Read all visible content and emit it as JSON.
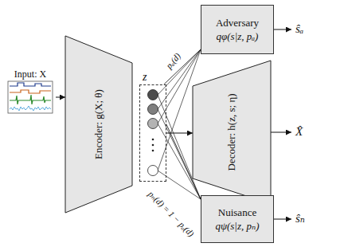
{
  "diagram": {
    "nodes": [
      {
        "text": [
          "Input: X"
        ]
      },
      {
        "text": [
          "Encoder: g(X; θ)"
        ]
      },
      {
        "text": [
          "z"
        ]
      },
      {
        "text": [
          "Adversary",
          "qφ(s|z, pₐ)"
        ]
      },
      {
        "text": [
          "Decoder: h(z, s; η)"
        ]
      },
      {
        "text": [
          "Nuisance",
          "qψ(s|z, pₙ)"
        ]
      }
    ],
    "edges": [
      {
        "from": 0,
        "to": 1,
        "arrow": "to"
      },
      {
        "from": 2,
        "to": 4,
        "arrow": "to"
      },
      {
        "from": 2,
        "to": 3,
        "label": "pₐ(d)",
        "arrow": "none"
      },
      {
        "from": 2,
        "to": 5,
        "label": "pₙ(d) = 1 − pₐ(d)",
        "arrow": "none"
      }
    ],
    "labels": [
      "ŝₐ",
      "X̂",
      "ŝₙ"
    ]
  }
}
